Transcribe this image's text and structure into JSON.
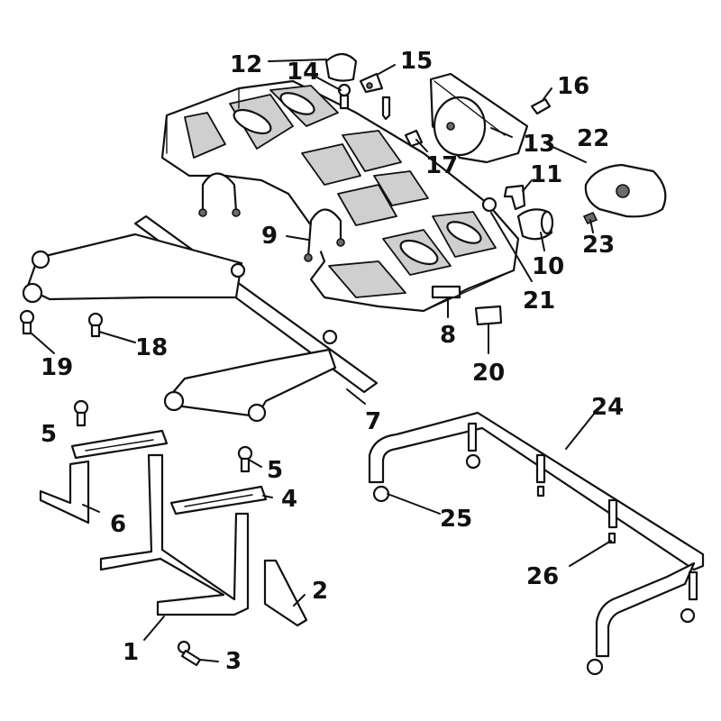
{
  "callouts": {
    "c1": "1",
    "c2": "2",
    "c3": "3",
    "c4": "4",
    "c5a": "5",
    "c5b": "5",
    "c6": "6",
    "c7": "7",
    "c8": "8",
    "c9": "9",
    "c10": "10",
    "c11": "11",
    "c12": "12",
    "c13": "13",
    "c14": "14",
    "c15": "15",
    "c16": "16",
    "c17": "17",
    "c18": "18",
    "c19": "19",
    "c20": "20",
    "c21": "21",
    "c22": "22",
    "c23": "23",
    "c24": "24",
    "c25": "25",
    "c26": "26"
  }
}
